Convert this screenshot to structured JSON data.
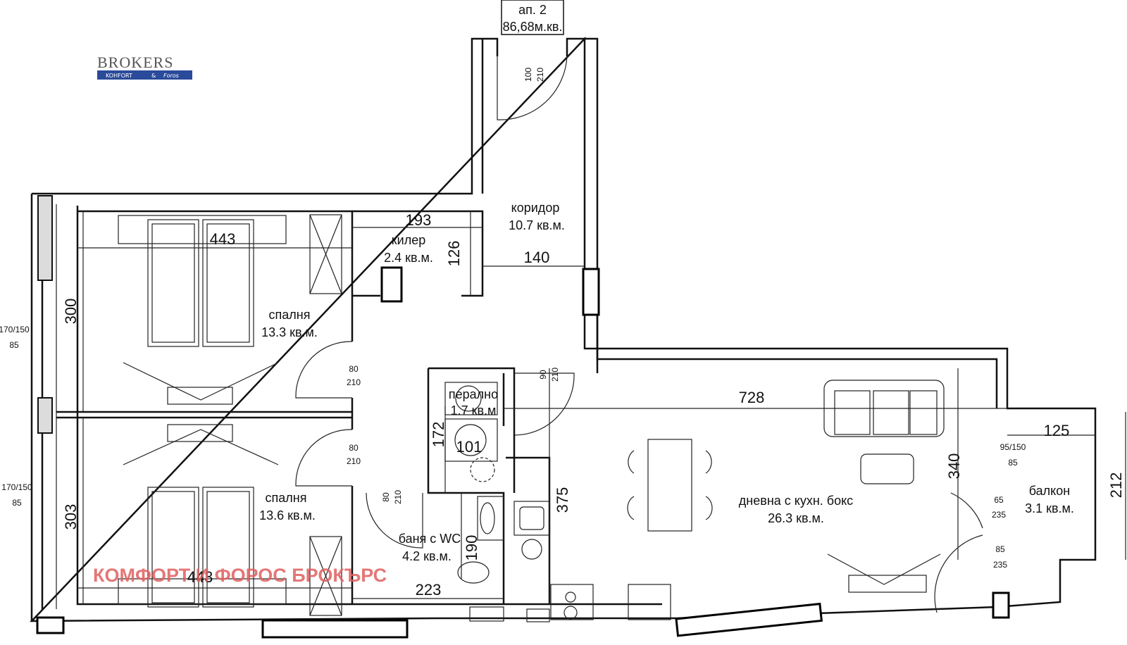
{
  "apartment": {
    "name": "ап. 2",
    "area": "86,68м.кв."
  },
  "logo": {
    "brand": "BROKERS",
    "sub_left": "KOHFORT",
    "sub_amp": "&",
    "sub_right": "Foros",
    "bar_color": "#2a4a9a"
  },
  "watermark": "КОМФОРТ И ФОРОС БРОКЪРС",
  "rooms": {
    "corridor": {
      "name": "коридор",
      "area": "10.7 кв.м."
    },
    "storage": {
      "name": "килер",
      "area": "2.4 кв.м."
    },
    "bedroom1": {
      "name": "спалня",
      "area": "13.3 кв.м."
    },
    "bedroom2": {
      "name": "спалня",
      "area": "13.6 кв.м."
    },
    "laundry": {
      "name": "перално",
      "area": "1.7 кв.м"
    },
    "bath": {
      "name": "баня с WC",
      "area": "4.2 кв.м."
    },
    "living": {
      "name": "дневна с кухн. бокс",
      "area": "26.3 кв.м."
    },
    "balcony": {
      "name": "балкон",
      "area": "3.1 кв.м."
    }
  },
  "dimensions": {
    "d193": "193",
    "d126": "126",
    "d140": "140",
    "d443a": "443",
    "d443b": "443",
    "d300": "300",
    "d303": "303",
    "d728": "728",
    "d172": "172",
    "d101": "101",
    "d375": "375",
    "d190": "190",
    "d223": "223",
    "d340": "340",
    "d125": "125",
    "d212": "212"
  },
  "openings": {
    "entry_w": "100",
    "entry_h": "210",
    "door1_w": "80",
    "door1_h": "210",
    "door2_w": "80",
    "door2_h": "210",
    "door3_w": "80",
    "door3_h": "210",
    "door4_w": "90",
    "door4_h": "210",
    "win1_w": "170/150",
    "win1_h": "85",
    "win2_w": "170/150",
    "win2_h": "85",
    "win3_w": "95/150",
    "win3_h": "85",
    "bal1_w": "65",
    "bal1_h": "235",
    "bal2_w": "85",
    "bal2_h": "235"
  },
  "colors": {
    "wall": "#111111",
    "watermark": "#e06060",
    "logo_bar": "#2a4a9a"
  }
}
